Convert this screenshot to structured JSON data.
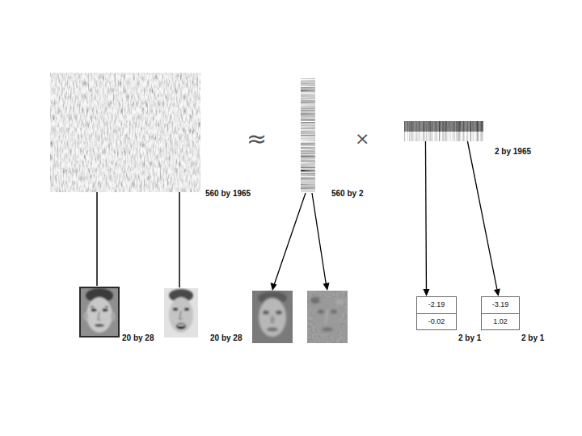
{
  "diagram": {
    "nodes": [
      {
        "text": [
          "560 by 1965"
        ]
      },
      {
        "text": [
          "560 by 2"
        ]
      },
      {
        "text": [
          "2 by 1965"
        ]
      },
      {
        "text": [
          "-2.19",
          "-0.02"
        ]
      },
      {
        "text": [
          "-3.19",
          "1.02"
        ]
      }
    ],
    "edges": [
      {
        "from": 2,
        "to": 3,
        "arrow": "to"
      },
      {
        "from": 2,
        "to": 4,
        "arrow": "to"
      }
    ],
    "labels": [
      "≈",
      "×",
      "20 by 28",
      "20 by 28",
      "2 by 1",
      "2 by 1"
    ]
  }
}
